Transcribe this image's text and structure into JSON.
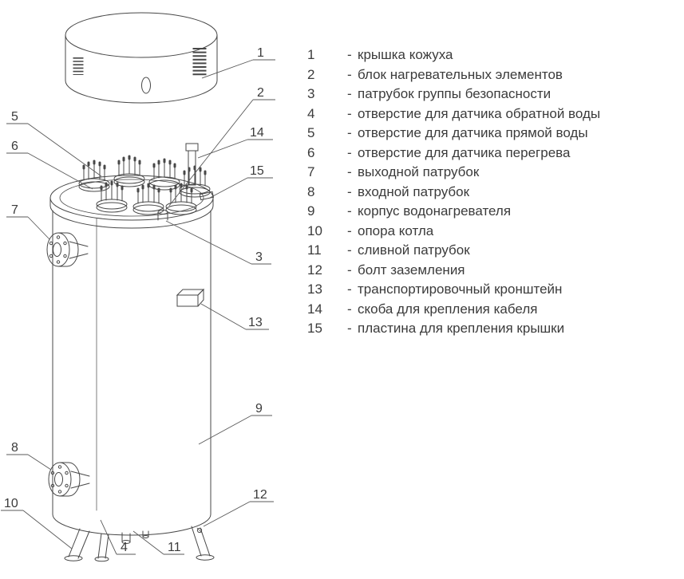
{
  "drawing": {
    "callouts": [
      "1",
      "2",
      "3",
      "4",
      "5",
      "6",
      "7",
      "8",
      "9",
      "10",
      "11",
      "12",
      "13",
      "14",
      "15"
    ]
  },
  "legend": {
    "separator": "-",
    "items": [
      {
        "num": "1",
        "label": "крышка кожуха"
      },
      {
        "num": "2",
        "label": "блок нагревательных элементов"
      },
      {
        "num": "3",
        "label": "патрубок группы безопасности"
      },
      {
        "num": "4",
        "label": "отверстие для датчика обратной воды"
      },
      {
        "num": "5",
        "label": "отверстие для датчика прямой воды"
      },
      {
        "num": "6",
        "label": "отверстие для датчика перегрева"
      },
      {
        "num": "7",
        "label": "выходной патрубок"
      },
      {
        "num": "8",
        "label": "входной патрубок"
      },
      {
        "num": "9",
        "label": "корпус водонагревателя"
      },
      {
        "num": "10",
        "label": "опора котла"
      },
      {
        "num": "11",
        "label": "сливной патрубок"
      },
      {
        "num": "12",
        "label": "болт заземления"
      },
      {
        "num": "13",
        "label": "транспортировочный кронштейн"
      },
      {
        "num": "14",
        "label": "скоба для крепления кабеля"
      },
      {
        "num": "15",
        "label": "пластина для крепления крышки"
      }
    ]
  }
}
